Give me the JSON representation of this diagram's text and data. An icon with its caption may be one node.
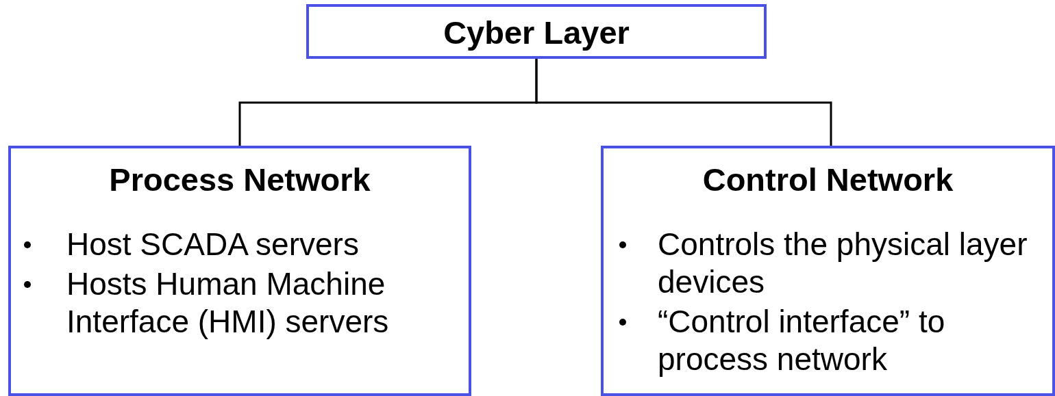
{
  "diagram": {
    "nodes": [
      {
        "text": [
          "Cyber Layer"
        ]
      },
      {
        "text": [
          "Process Network",
          "Host SCADA servers",
          "Hosts Human Machine Interface (HMI) servers"
        ]
      },
      {
        "text": [
          "Control Network",
          "Controls the physical layer devices",
          "“Control interface” to process network"
        ]
      }
    ],
    "edges": [
      {
        "from": 0,
        "to": 1,
        "arrow": "none"
      },
      {
        "from": 0,
        "to": 2,
        "arrow": "none"
      }
    ]
  }
}
